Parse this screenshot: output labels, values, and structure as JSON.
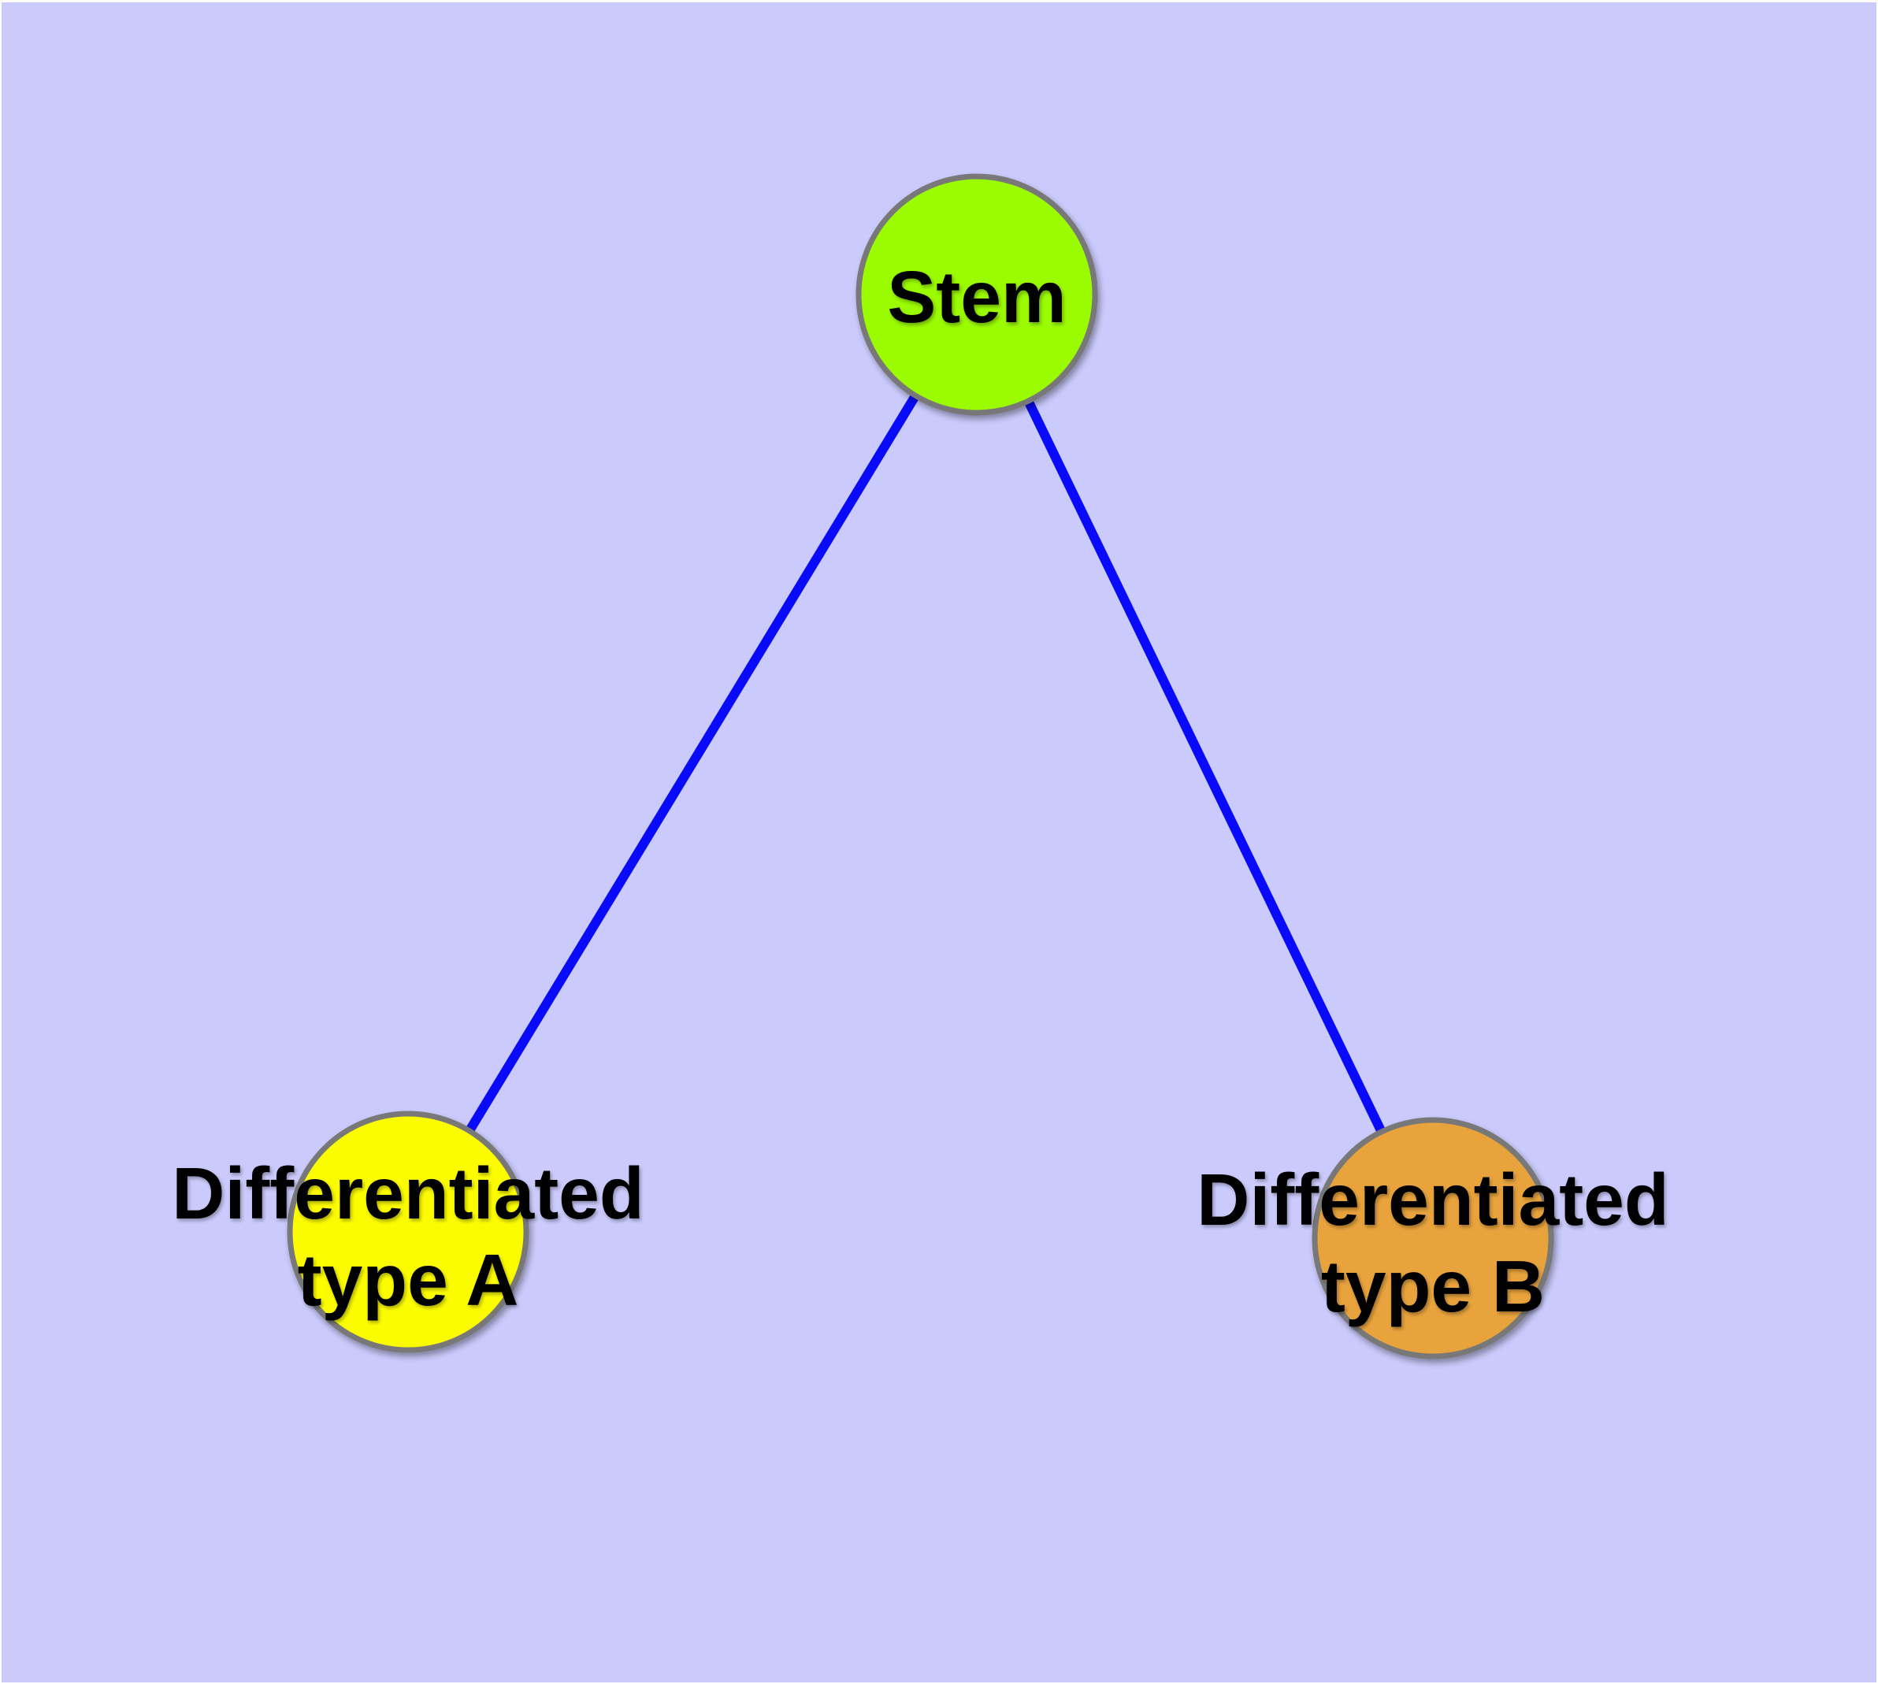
{
  "canvas": {
    "background": "#CACAFC",
    "margin_color": "#FFFFFF"
  },
  "graph": {
    "type": "node-link-diagram",
    "edge_color": "#0A0AFA",
    "node_border_color": "#787878",
    "label_color": "#000000",
    "nodes": [
      {
        "id": "stem",
        "label_line1": "Stem",
        "label_line2": "",
        "fill": "#9BFB01"
      },
      {
        "id": "differentiated-type-a",
        "label_line1": "Differentiated",
        "label_line2": "type A",
        "fill": "#FCFC00"
      },
      {
        "id": "differentiated-type-b",
        "label_line1": "Differentiated",
        "label_line2": "type B",
        "fill": "#E8A33C"
      }
    ],
    "edges": [
      {
        "from": "Stem",
        "to": "Differentiated type A"
      },
      {
        "from": "Stem",
        "to": "Differentiated type B"
      }
    ]
  }
}
